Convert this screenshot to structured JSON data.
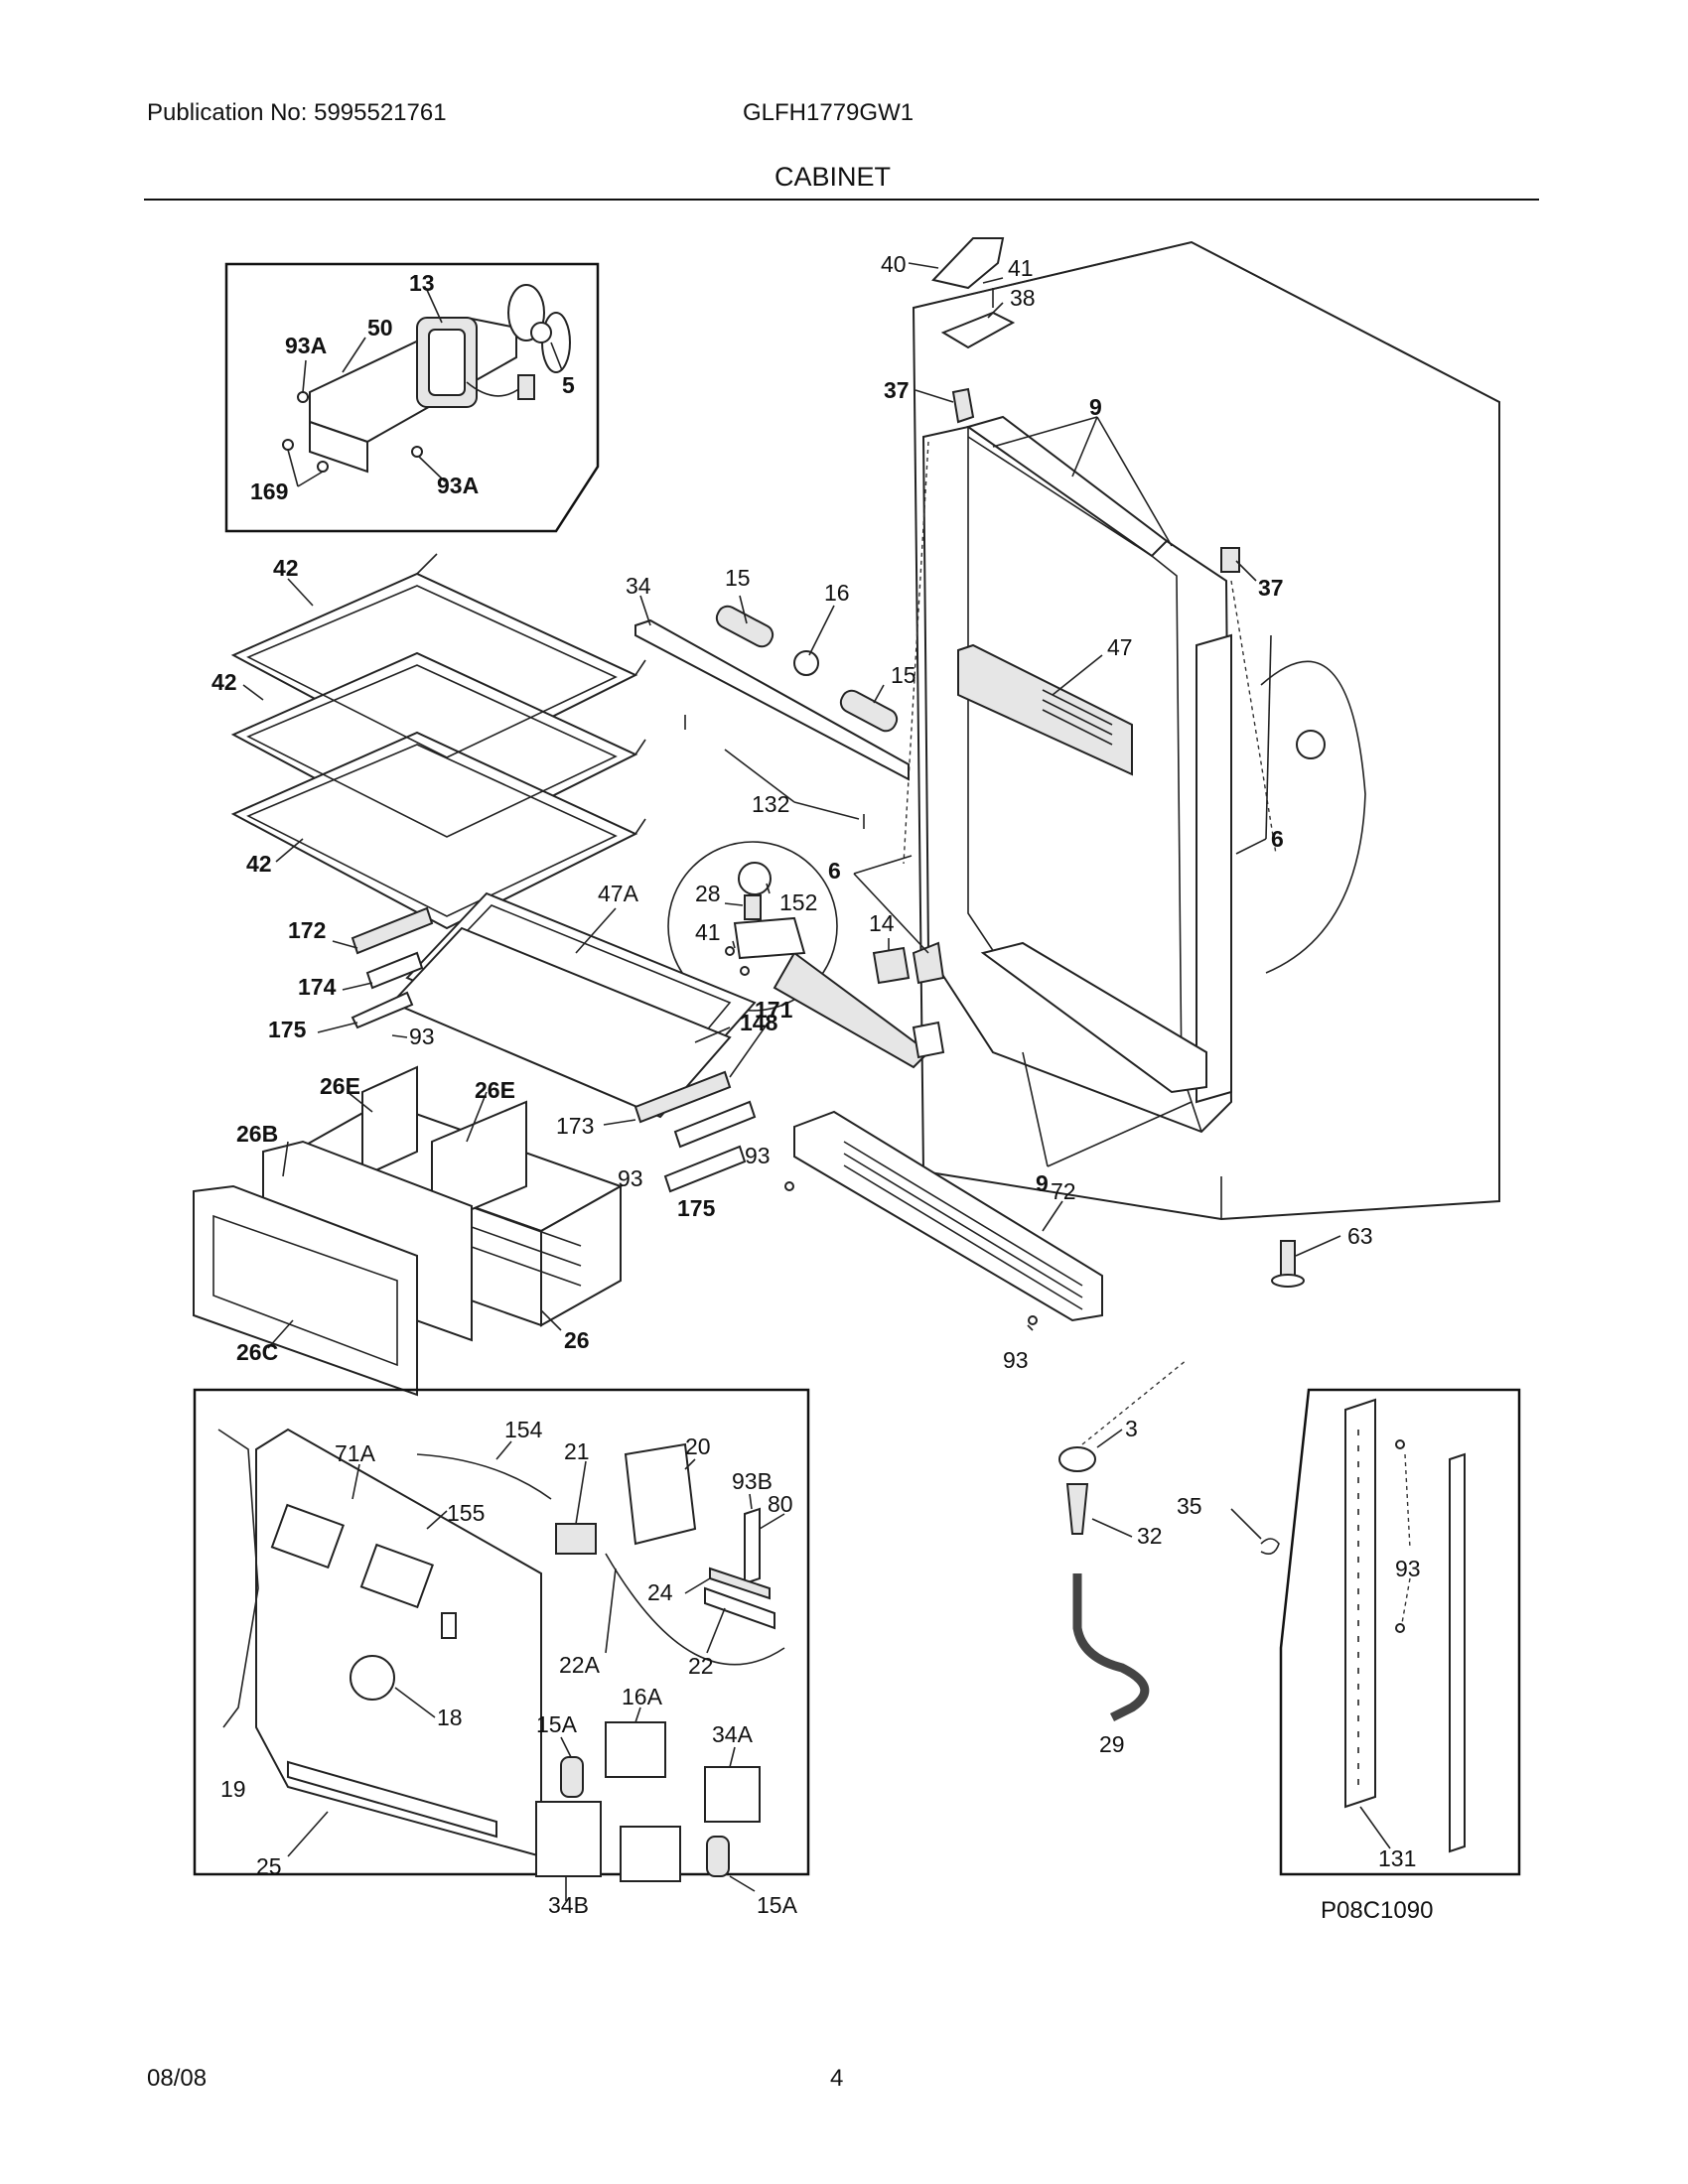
{
  "header": {
    "publication": "Publication No: 5995521761",
    "model": "GLFH1779GW1",
    "section_title": "CABINET"
  },
  "footer": {
    "date": "08/08",
    "page": "4"
  },
  "diagram_code": "P08C1090",
  "callouts": {
    "c13": "13",
    "c93a_1": "93A",
    "c50": "50",
    "c5": "5",
    "c169": "169",
    "c93a_2": "93A",
    "c40": "40",
    "c41_top": "41",
    "c38": "38",
    "c37_top": "37",
    "c9_top": "9",
    "c37_right": "37",
    "c42_a": "42",
    "c42_b": "42",
    "c42_c": "42",
    "c34": "34",
    "c15_a": "15",
    "c16": "16",
    "c15_b": "15",
    "c47": "47",
    "c132": "132",
    "c6_left": "6",
    "c6_right": "6",
    "c28": "28",
    "c152": "152",
    "c41_mid": "41",
    "c14": "14",
    "c172": "172",
    "c47a": "47A",
    "c174": "174",
    "c175_a": "175",
    "c93_a": "93",
    "c148": "148",
    "c171": "171",
    "c26e_a": "26E",
    "c26e_b": "26E",
    "c26b": "26B",
    "c173": "173",
    "c93_b": "93",
    "c175_b": "175",
    "c93_c": "93",
    "c9_bottom": "9",
    "c72": "72",
    "c63": "63",
    "c26": "26",
    "c26c": "26C",
    "c93_d": "93",
    "c71a": "71A",
    "c154": "154",
    "c21": "21",
    "c20": "20",
    "c93b": "93B",
    "c80": "80",
    "c155": "155",
    "c24": "24",
    "c22a": "22A",
    "c22": "22",
    "c15a_a": "15A",
    "c16a": "16A",
    "c34a": "34A",
    "c18": "18",
    "c19": "19",
    "c25": "25",
    "c34b": "34B",
    "c15a_b": "15A",
    "c3": "3",
    "c35": "35",
    "c32": "32",
    "c29": "29",
    "c93_e": "93",
    "c131": "131"
  }
}
